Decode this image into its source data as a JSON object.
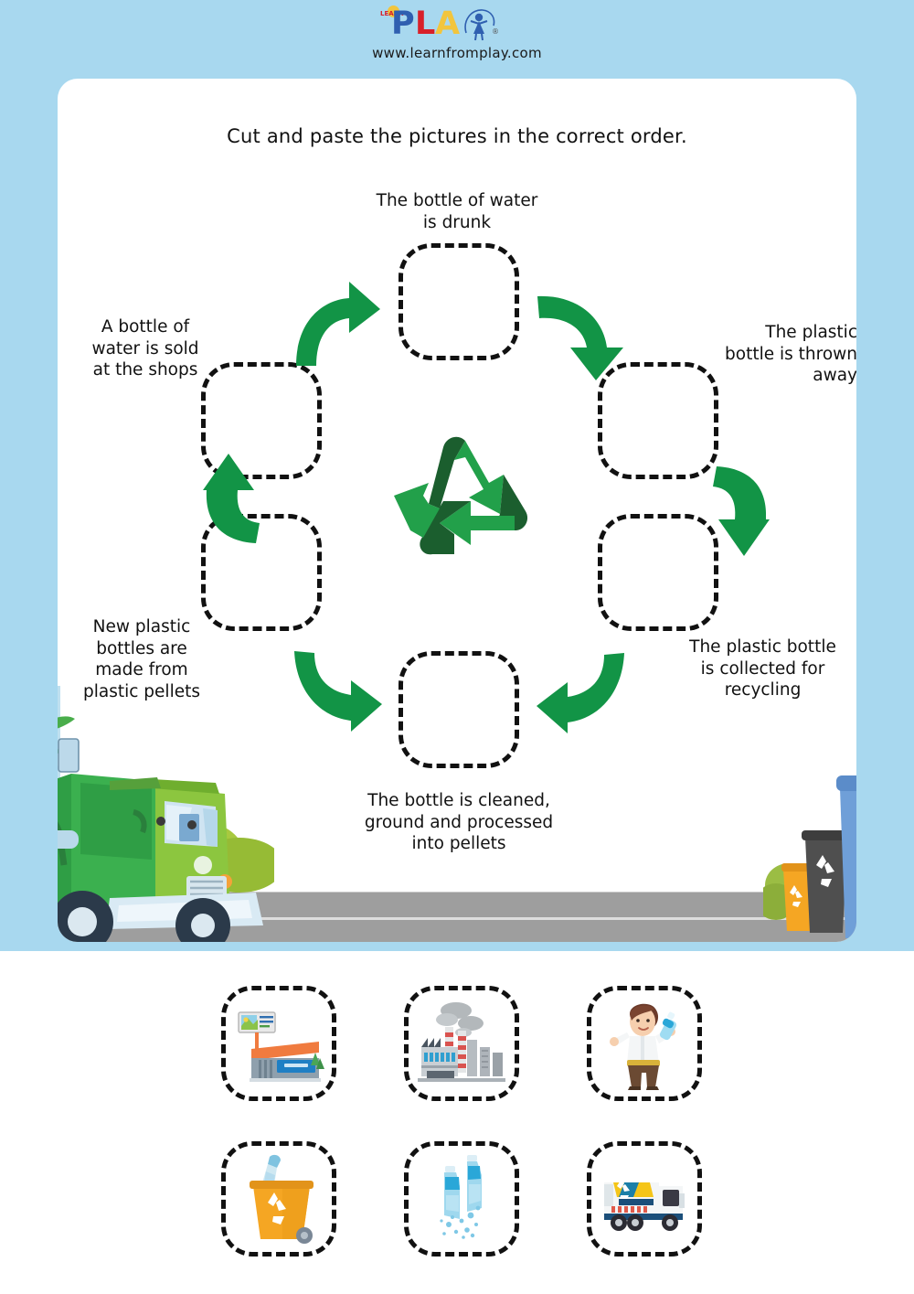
{
  "page": {
    "background_color": "#a8d8ef",
    "card_color": "#ffffff"
  },
  "header": {
    "logo": {
      "learn_text": "LEARN",
      "play_p": "P",
      "play_l": "L",
      "play_a": "A",
      "registered": "®",
      "girl_icon": "girl-jumping-rope-icon"
    },
    "url": "www.learnfromplay.com"
  },
  "worksheet": {
    "instruction": "Cut and paste the pictures in the correct order.",
    "center_icon": "recycling-symbol-icon",
    "colors": {
      "green_light": "#22a04a",
      "green_dark": "#1b5e2e",
      "arrow_green": "#129446"
    },
    "steps": [
      {
        "id": "step-drunk",
        "label": "The bottle of water\nis drunk",
        "line1": "The bottle of water",
        "line2": "is drunk",
        "position": "top"
      },
      {
        "id": "step-thrown-away",
        "label": "The plastic\nbottle is thrown\naway",
        "line1": "The plastic",
        "line2": "bottle is thrown",
        "line3": "away",
        "position": "top-right"
      },
      {
        "id": "step-collected",
        "label": "The plastic bottle\nis collected for\nrecycling",
        "line1": "The plastic bottle",
        "line2": "is collected for",
        "line3": "recycling",
        "position": "bottom-right"
      },
      {
        "id": "step-cleaned",
        "label": "The bottle is cleaned,\nground and processed\ninto pellets",
        "line1": "The bottle is cleaned,",
        "line2": "ground and processed",
        "line3": "into pellets",
        "position": "bottom"
      },
      {
        "id": "step-new-bottles",
        "label": "New plastic\nbottles are\nmade from\nplastic pellets",
        "line1": "New plastic",
        "line2": "bottles are",
        "line3": "made from",
        "line4": "plastic pellets",
        "position": "bottom-left"
      },
      {
        "id": "step-sold",
        "label": "A bottle of\nwater is sold\nat the shops",
        "line1": "A bottle of",
        "line2": "water is sold",
        "line3": "at the shops",
        "position": "top-left"
      }
    ],
    "scenery": {
      "truck_icon": "green-garbage-truck-with-boy-icon",
      "bins_icon": "recycling-bins-icon",
      "bin_colors": [
        "#f5a623",
        "#4f4f4f",
        "#6f9fd8"
      ],
      "palm_icon": "palm-tree-icon"
    }
  },
  "tray": {
    "items": [
      {
        "id": "pic-shop",
        "icon": "supermarket-shop-icon",
        "alt": "A shop building with billboard"
      },
      {
        "id": "pic-factory",
        "icon": "factory-icon",
        "alt": "Factory with smoking chimneys"
      },
      {
        "id": "pic-drink",
        "icon": "man-drinking-bottle-icon",
        "alt": "Man holding a water bottle"
      },
      {
        "id": "pic-bin",
        "icon": "recycling-bin-bottle-icon",
        "alt": "Bottle thrown into orange recycling bin"
      },
      {
        "id": "pic-bottles",
        "icon": "plastic-bottles-icon",
        "alt": "Two blue plastic water bottles"
      },
      {
        "id": "pic-truck",
        "icon": "recycling-truck-icon",
        "alt": "Garbage collection truck"
      }
    ]
  }
}
